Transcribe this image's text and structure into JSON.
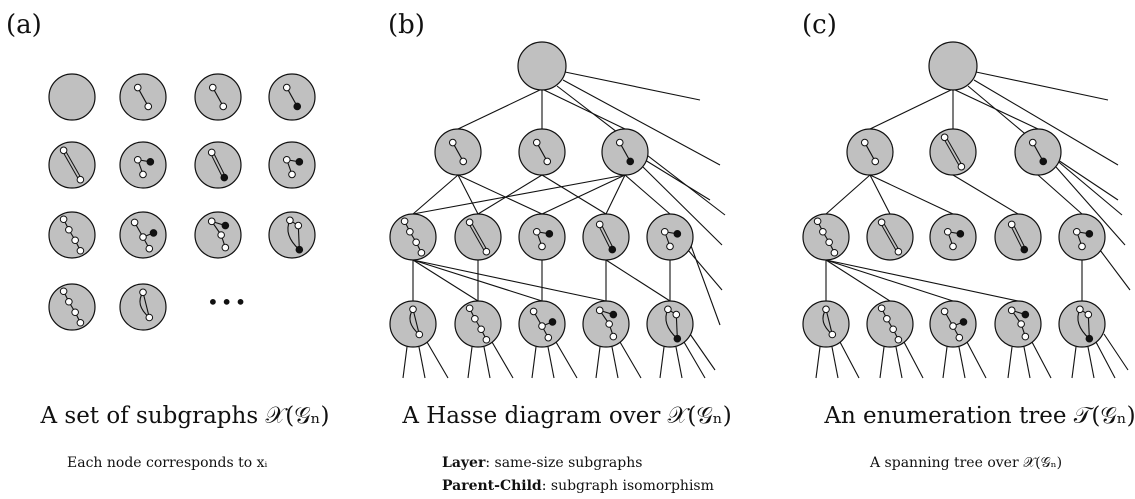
{
  "panels": {
    "a": {
      "label": "(a)",
      "caption": "A set of subgraphs 𝒳(𝒢ₙ)",
      "note": "Each node corresponds to xᵢ",
      "ellipsis": "•••"
    },
    "b": {
      "label": "(b)",
      "caption": "A Hasse diagram over 𝒳(𝒢ₙ)",
      "note_layer_key": "Layer",
      "note_layer_text": ": same-size subgraphs",
      "note_pc_key": "Parent-Child",
      "note_pc_text": ": subgraph isomorphism"
    },
    "c": {
      "label": "(c)",
      "caption": "An enumeration tree 𝒯(𝒢ₙ)",
      "note": "A spanning tree over 𝒳(𝒢ₙ)"
    }
  },
  "colors": {
    "node_fill": "#c0c0c0",
    "stroke": "#111111",
    "white_vertex": "#ffffff",
    "black_vertex": "#111111"
  }
}
